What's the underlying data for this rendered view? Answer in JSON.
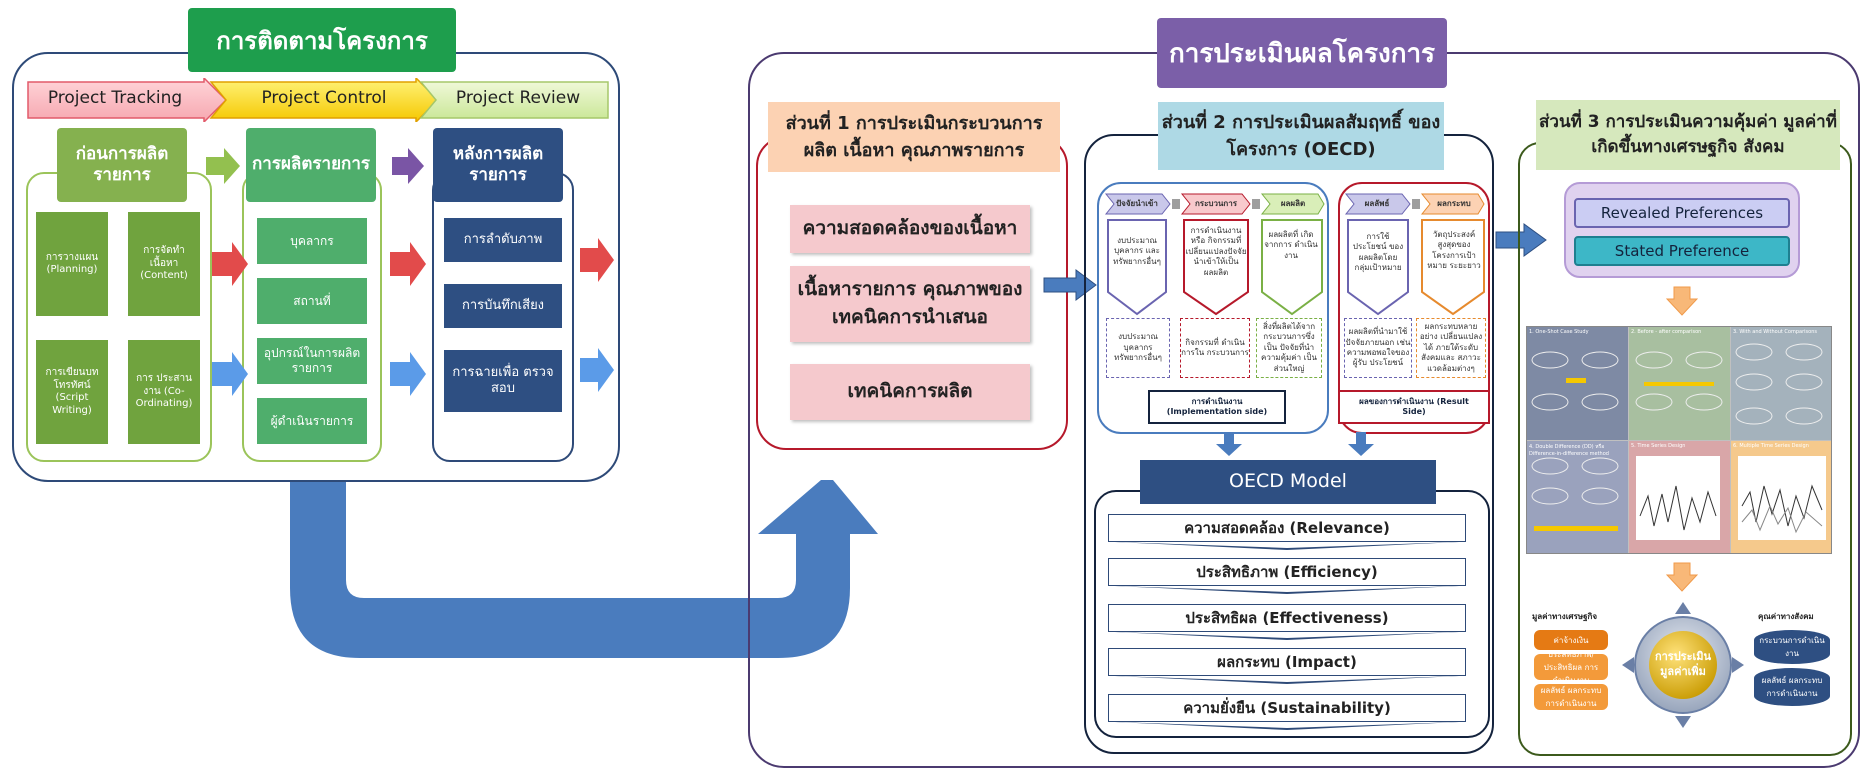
{
  "tracking": {
    "title": "การติดตามโครงการ",
    "phases": [
      "Project Tracking",
      "Project Control",
      "Project Review"
    ],
    "columns": {
      "pre": "ก่อนการผลิต รายการ",
      "prod": "การผลิตรายการ",
      "post": "หลังการผลิต รายการ"
    },
    "pre_items": [
      "การวางแผน (Planning)",
      "การจัดทำ เนื้อหา (Content)",
      "การเขียนบท โทรทัศน์ (Script Writing)",
      "การ ประสานงาน (Co-Ordinating)"
    ],
    "prod_items": [
      "บุคลากร",
      "สถานที่",
      "อุปกรณ์ในการผลิต รายการ",
      "ผู้ดำเนินรายการ"
    ],
    "post_items": [
      "การลำดับภาพ",
      "การบันทึกเสียง",
      "การฉายเพื่อ ตรวจสอบ"
    ]
  },
  "evaluation": {
    "title": "การประเมินผลโครงการ",
    "part1": {
      "title": "ส่วนที่ 1 การประเมินกระบวนการ ผลิต เนื้อหา คุณภาพรายการ",
      "items": [
        "ความสอดคล้องของเนื้อหา",
        "เนื้อหารายการ คุณภาพของ เทคนิคการนำเสนอ",
        "เทคนิคการผลิต"
      ]
    },
    "part2": {
      "title": "ส่วนที่ 2 การประเมินผลสัมฤทธิ์ ของโครงการ (OECD)",
      "impl_heads": [
        "ปัจจัยนำเข้า",
        "กระบวนการ",
        "ผลผลิต"
      ],
      "impl_desc": [
        "งบประมาณ บุคลากร และ ทรัพยากรอื่นๆ",
        "การดำเนินงานหรือ กิจกรรมที่ เปลี่ยนแปลงปัจจัย นำเข้าให้เป็น ผลผลิต",
        "ผลผลิตที่ เกิดจากการ ดำเนินงาน"
      ],
      "impl_notes": [
        "งบประมาณ บุคลากร ทรัพยากรอื่นๆ",
        "กิจกรรมที่ ดำเนินการใน กระบวนการ",
        "สิ่งที่ผลิตได้จาก กระบวนการซึ่งเป็น ปัจจัยที่นำความคุ้มค่า เป็นส่วนใหญ่"
      ],
      "impl_label": "การดำเนินงาน (Implementation side)",
      "result_heads": [
        "ผลลัพธ์",
        "ผลกระทบ"
      ],
      "result_desc": [
        "การใช้ประโยชน์ ของผลผลิตโดย กลุ่มเป้าหมาย",
        "วัตถุประสงค์ สูงสุดของ โครงการเป้าหมาย ระยะยาว"
      ],
      "result_notes": [
        "ผลผลิตที่นำมาใช้ ปัจจัยภายนอก เช่น ความพอพอใจของผู้รับ ประโยชน์",
        "ผลกระทบหลายอย่าง เปลี่ยนแปลงได้ ภายใต้ระดับสังคมและ สภาวะแวดล้อมต่างๆ"
      ],
      "result_label": "ผลของการดำเนินงาน (Result Side)",
      "model_title": "OECD Model",
      "criteria": [
        "ความสอดคล้อง (Relevance)",
        "ประสิทธิภาพ (Efficiency)",
        "ประสิทธิผล (Effectiveness)",
        "ผลกระทบ (Impact)",
        "ความยั่งยืน (Sustainability)"
      ]
    },
    "part3": {
      "title": "ส่วนที่ 3 การประเมินความคุ้มค่า มูลค่าที่เกิดขึ้นทางเศรษฐกิจ สังคม",
      "prefs": [
        "Revealed Preferences",
        "Stated Preference"
      ],
      "designs": [
        "1. One-Shot Case Study",
        "2. Before - after comparison",
        "3. With and Without Comparisons",
        "4. Double Difference (DD) หรือ Difference-in-difference method",
        "5. Time Series Design",
        "6. Multiple Time Series Design"
      ],
      "econ_label": "มูลค่าทางเศรษฐกิจ",
      "econ_items": [
        "ค่าจ้างเงิน",
        "ประสิทธิภาพ/ประสิทธิผล การดำเนินงาน",
        "ผลลัพธ์ ผลกระทบ การดำเนินงาน"
      ],
      "center": "การประเมิน มูลค่าเพิ่ม",
      "social_label": "คุณค่าทางสังคม",
      "social_items": [
        "กระบวนการดำเนินงาน",
        "ผลลัพธ์ ผลกระทบ การดำเนินงาน"
      ]
    }
  }
}
